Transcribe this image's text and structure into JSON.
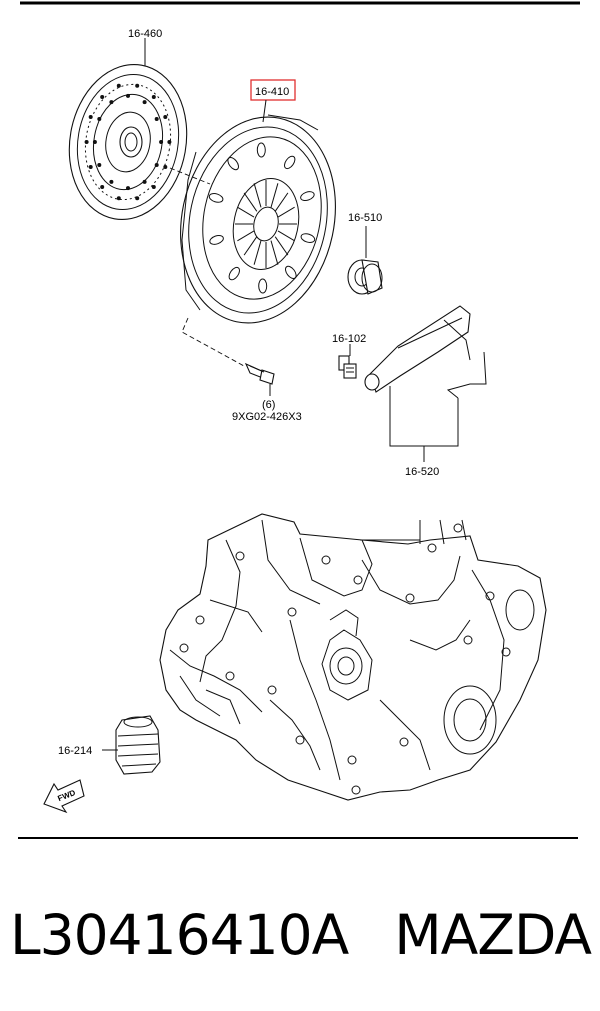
{
  "diagram": {
    "callouts": {
      "clutch_disc": "16-460",
      "clutch_cover": "16-410",
      "release_bearing": "16-510",
      "bolt_part": "16-102",
      "fork_set": "16-520",
      "boot": "16-214",
      "cover_bolt_code": "9XG02-426X3",
      "cover_bolt_qty": "(6)"
    },
    "fwd_label": "FWD",
    "highlight_color": "#e03030"
  },
  "footer": {
    "part_number": "L30416410A",
    "brand": "MAZDA"
  }
}
